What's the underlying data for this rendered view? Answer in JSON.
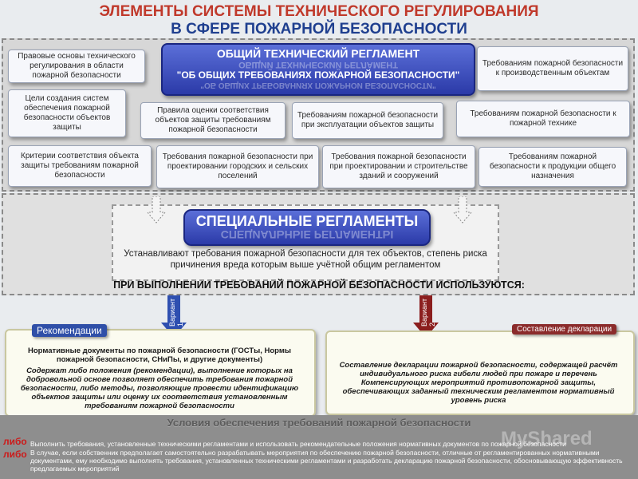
{
  "title": {
    "line1": "ЭЛЕМЕНТЫ СИСТЕМЫ ТЕХНИЧЕСКОГО РЕГУЛИРОВАНИЯ",
    "line2": "В СФЕРЕ ПОЖАРНОЙ БЕЗОПАСНОСТИ"
  },
  "general": {
    "banner_line1": "ОБЩИЙ ТЕХНИЧЕСКИЙ РЕГЛАМЕНТ",
    "banner_line2": "\"ОБ ОБЩИХ ТРЕБОВАНИЯХ ПОЖАРНОЙ БЕЗОПАСНОСТИ\"",
    "cards": {
      "legal": "Правовые основы технического регулирования в области пожарной безопасности",
      "goals": "Цели создания систем обеспечения пожарной безопасности объектов защиты",
      "criteria": "Критерии соответствия объекта защиты требованиям пожарной безопасности",
      "assessment": "Правила оценки соответствия объектов защиты требованиям пожарной безопасности",
      "operation": "Требованиям пожарной безопасности при эксплуатации объектов защиты",
      "design": "Требования пожарной безопасности при проектировании городских и сельских поселений",
      "construction": "Требования пожарной безопасности при проектировании и строительстве зданий и сооружений",
      "production": "Требованиям пожарной безопасности к производственным объектам",
      "fire_tech": "Требованиям пожарной безопасности к пожарной технике",
      "products": "Требованиям пожарной безопасности к продукции общего назначения"
    }
  },
  "special": {
    "banner": "СПЕЦИАЛЬНЫЕ РЕГЛАМЕНТЫ",
    "description": "Устанавливают требования пожарной безопасности для тех объектов, степень риска причинения вреда которым выше учётной общим регламентом"
  },
  "used_heading": "ПРИ ВЫПОЛНЕНИИ ТРЕБОВАНИЙ ПОЖАРНОЙ БЕЗОПАСНОСТИ ИСПОЛЬЗУЮТСЯ:",
  "variant1": {
    "label": "Вариант 1",
    "tag": "Рекомендации",
    "heading": "Нормативные документы по пожарной безопасности (ГОСТы, Нормы пожарной безопасности, СНиПы, и другие документы)",
    "body": "Содержат либо положения (рекомендации), выполнение которых на добровольной основе позволяет обеспечить требования пожарной безопасности, либо методы, позволяющие провести идентификацию объектов защиты или оценку их соответствия установленным требованиям пожарной безопасности"
  },
  "variant2": {
    "label": "Вариант 2",
    "tag": "Составление декларации",
    "body": "Составление декларации пожарной безопасности, содержащей расчёт индивидуального риска гибели людей при пожаре и перечень Компенсирующих мероприятий противопожарной защиты, обеспечивающих заданный техническим регламентом нормативный уровень риска"
  },
  "footer": {
    "heading": "Условия обеспечения требований пожарной безопасности",
    "either1": "либо",
    "either2": "либо",
    "text1": "Выполнить требования, установленные техническими регламентами и использовать рекомендательные положения нормативных документов по пожарной безопасности",
    "text2": "В случае, если собственник предполагает самостоятельно разрабатывать мероприятия по обеспечению пожарной безопасности, отличные от регламентированных нормативными документами, ему необходимо выполнять требования, установленных техническими регламентами и разработать декларацию пожарной безопасности, обосновывающую эффективность предлагаемых мероприятий",
    "watermark": "MyShared"
  },
  "colors": {
    "title_red": "#c0392b",
    "title_blue": "#1f3f8f",
    "banner_blue": "#2b3aa8",
    "recommend_tag": "#2f4fa8",
    "declaration_tag": "#8b2b2b",
    "arrow_blue": "#2e4fb0",
    "arrow_red": "#8b1e1e"
  }
}
